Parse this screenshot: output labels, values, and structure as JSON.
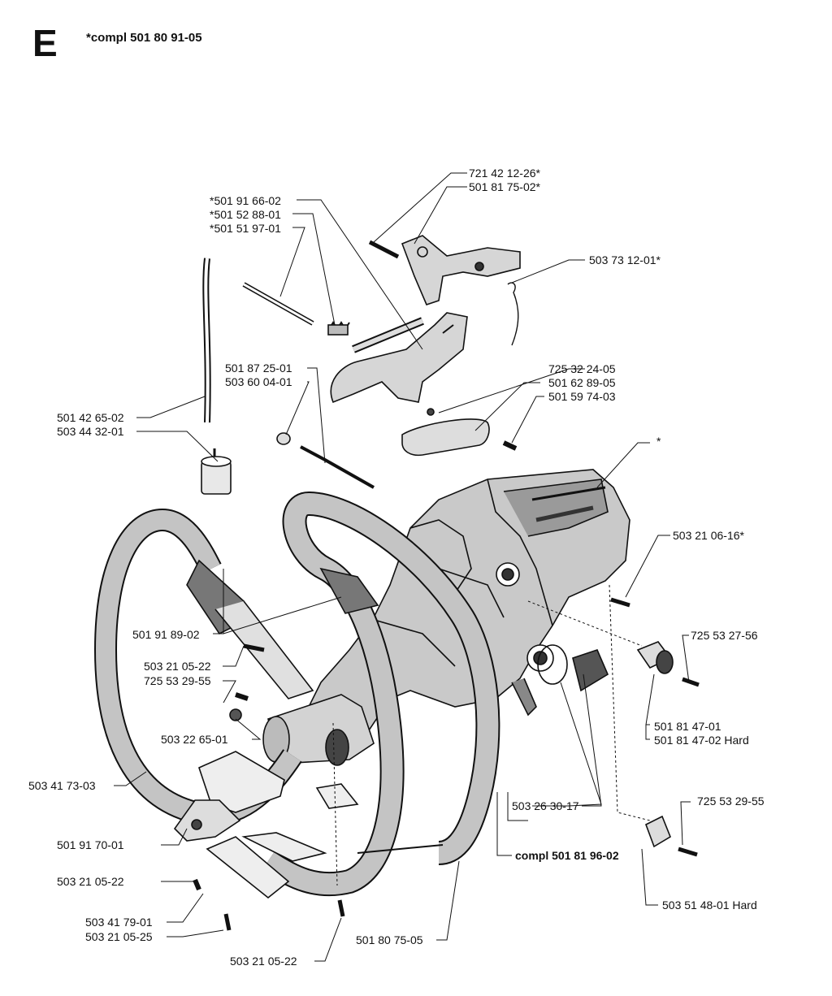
{
  "diagram": {
    "section_letter": "E",
    "assembly_note": "*compl 501 80 91-05"
  },
  "labels": {
    "p_721_42_12_26": "721 42 12-26*",
    "p_501_81_75_02": "501 81 75-02*",
    "p_501_91_66_02": "*501 91 66-02",
    "p_501_52_88_01": "*501 52 88-01",
    "p_501_51_97_01": "*501 51 97-01",
    "p_503_73_12_01": "503 73 12-01*",
    "p_725_32_24_05": "725 32 24-05",
    "p_501_62_89_05": "501 62 89-05",
    "p_501_59_74_03": "501 59 74-03",
    "p_501_87_25_01": "501 87 25-01",
    "p_503_60_04_01": "503 60 04-01",
    "p_501_42_65_02": "501 42 65-02",
    "p_503_44_32_01": "503 44 32-01",
    "p_star": "*",
    "p_503_21_06_16": "503 21 06-16*",
    "p_501_91_89_02": "501 91 89-02",
    "p_503_21_05_22_a": "503 21 05-22",
    "p_725_53_29_55_a": "725 53 29-55",
    "p_725_53_27_56": "725 53 27-56",
    "p_503_22_65_01": "503 22 65-01",
    "p_501_81_47_01": "501 81 47-01",
    "p_501_81_47_02": "501 81 47-02 Hard",
    "p_503_41_73_03": "503 41 73-03",
    "p_503_26_30_17": "503 26 30-17",
    "p_725_53_29_55_b": "725 53 29-55",
    "p_compl_501_81_96_02": "compl 501 81 96-02",
    "p_501_91_70_01": "501 91 70-01",
    "p_503_21_05_22_b": "503 21 05-22",
    "p_503_51_48_01": "503 51 48-01 Hard",
    "p_503_41_79_01": "503 41 79-01",
    "p_503_21_05_25": "503 21 05-25",
    "p_501_80_75_05": "501 80 75-05",
    "p_503_21_05_22_c": "503 21 05-22"
  },
  "colors": {
    "ink": "#111111",
    "body_fill": "#c9c9c9",
    "handle_fill": "#bdbdbd",
    "dark_part": "#444444"
  }
}
